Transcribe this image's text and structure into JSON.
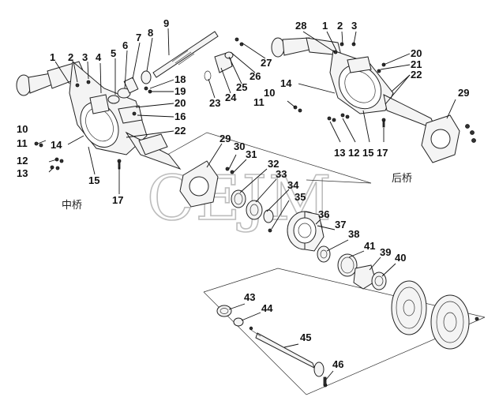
{
  "watermark": "CEJM",
  "section_labels": {
    "middle_axle": "中桥",
    "rear_axle": "后桥"
  },
  "callouts": [
    {
      "id": "c1a",
      "text": "1"
    },
    {
      "id": "c2a",
      "text": "2"
    },
    {
      "id": "c3a",
      "text": "3"
    },
    {
      "id": "c4a",
      "text": "4"
    },
    {
      "id": "c5",
      "text": "5"
    },
    {
      "id": "c6",
      "text": "6"
    },
    {
      "id": "c7",
      "text": "7"
    },
    {
      "id": "c8",
      "text": "8"
    },
    {
      "id": "c9",
      "text": "9"
    },
    {
      "id": "c18",
      "text": "18"
    },
    {
      "id": "c19",
      "text": "19"
    },
    {
      "id": "c20a",
      "text": "20"
    },
    {
      "id": "c16",
      "text": "16"
    },
    {
      "id": "c22a",
      "text": "22"
    },
    {
      "id": "c10a",
      "text": "10"
    },
    {
      "id": "c11a",
      "text": "11"
    },
    {
      "id": "c14a",
      "text": "14"
    },
    {
      "id": "c12a",
      "text": "12"
    },
    {
      "id": "c13a",
      "text": "13"
    },
    {
      "id": "c15a",
      "text": "15"
    },
    {
      "id": "c17a",
      "text": "17"
    },
    {
      "id": "c23",
      "text": "23"
    },
    {
      "id": "c24",
      "text": "24"
    },
    {
      "id": "c25",
      "text": "25"
    },
    {
      "id": "c26",
      "text": "26"
    },
    {
      "id": "c27",
      "text": "27"
    },
    {
      "id": "c28",
      "text": "28"
    },
    {
      "id": "c1b",
      "text": "1"
    },
    {
      "id": "c2b",
      "text": "2"
    },
    {
      "id": "c3b",
      "text": "3"
    },
    {
      "id": "c20b",
      "text": "20"
    },
    {
      "id": "c21",
      "text": "21"
    },
    {
      "id": "c22b",
      "text": "22"
    },
    {
      "id": "c14b",
      "text": "14"
    },
    {
      "id": "c10b",
      "text": "10"
    },
    {
      "id": "c11b",
      "text": "11"
    },
    {
      "id": "c29b",
      "text": "29"
    },
    {
      "id": "c13b",
      "text": "13"
    },
    {
      "id": "c12b",
      "text": "12"
    },
    {
      "id": "c15b",
      "text": "15"
    },
    {
      "id": "c17b",
      "text": "17"
    },
    {
      "id": "c29a",
      "text": "29"
    },
    {
      "id": "c30",
      "text": "30"
    },
    {
      "id": "c31",
      "text": "31"
    },
    {
      "id": "c32",
      "text": "32"
    },
    {
      "id": "c33",
      "text": "33"
    },
    {
      "id": "c34",
      "text": "34"
    },
    {
      "id": "c35",
      "text": "35"
    },
    {
      "id": "c36",
      "text": "36"
    },
    {
      "id": "c37",
      "text": "37"
    },
    {
      "id": "c38",
      "text": "38"
    },
    {
      "id": "c41",
      "text": "41"
    },
    {
      "id": "c39",
      "text": "39"
    },
    {
      "id": "c40",
      "text": "40"
    },
    {
      "id": "c43",
      "text": "43"
    },
    {
      "id": "c44",
      "text": "44"
    },
    {
      "id": "c45",
      "text": "45"
    },
    {
      "id": "c46",
      "text": "46"
    }
  ]
}
